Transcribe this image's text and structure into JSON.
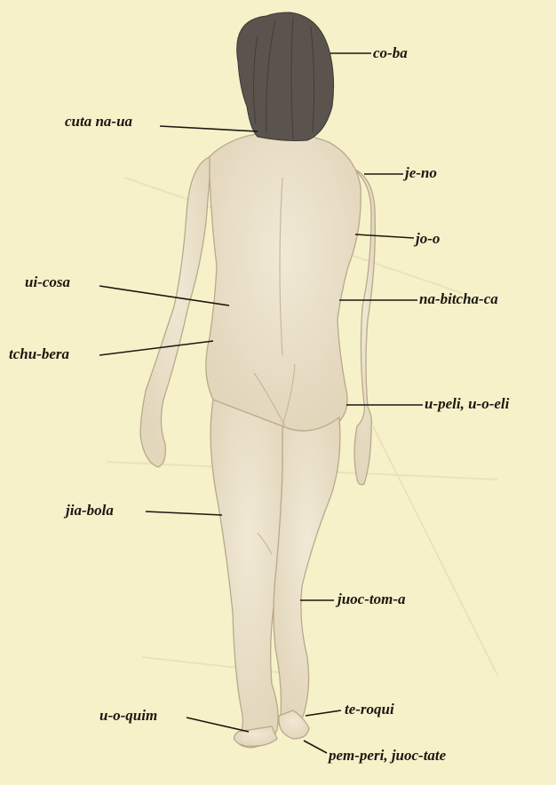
{
  "labels": {
    "coba": "co-ba",
    "cutanaua": "cuta na-ua",
    "jeno": "je-no",
    "joo": "jo-o",
    "uicosa": "ui-cosa",
    "nabitchaca": "na-bitcha-ca",
    "tchubera": "tchu-bera",
    "upeli": "u-peli, u-o-eli",
    "jiabola": "jia-bola",
    "juoctoma": "juoc-tom-a",
    "uoquim": "u-o-quim",
    "teroqui": "te-roqui",
    "pemperi": "pem-peri, juoc-tate"
  },
  "colors": {
    "background": "#f6f1c9",
    "skin": "#efe6d0",
    "hair": "#5b534d",
    "ink": "#1c1710"
  }
}
